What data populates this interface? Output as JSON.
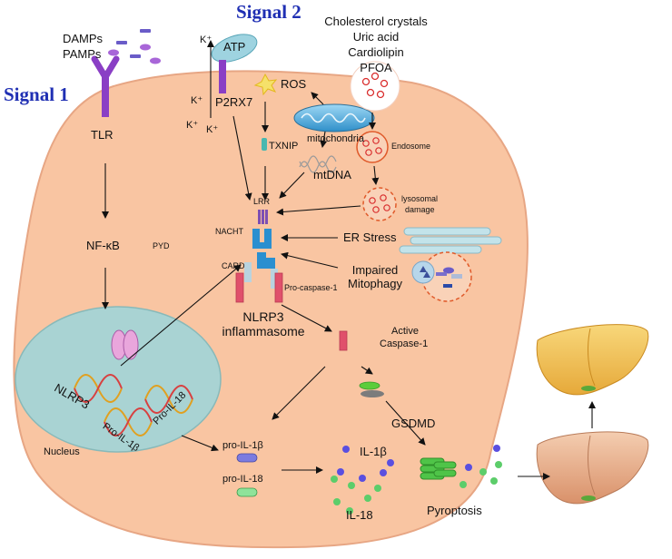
{
  "labels": {
    "signal1": "Signal 1",
    "signal2": "Signal 2",
    "damps": "DAMPs",
    "pamps": "PAMPs",
    "tlr": "TLR",
    "nfkb": "NF-κB",
    "pyd": "PYD",
    "atp": "ATP",
    "p2rx7": "P2RX7",
    "k_plus": "K⁺",
    "ros": "ROS",
    "mitochondria": "mitochondria",
    "txnip": "TXNIP",
    "mtdna": "mtDNA",
    "triggers": [
      "Cholesterol crystals",
      "Uric acid",
      "Cardiolipin",
      "PFOA"
    ],
    "endosome": "Endosome",
    "lysosomal_damage": [
      "lysosomal",
      "damage"
    ],
    "er_stress": "ER Stress",
    "impaired_mitophagy": [
      "Impaired",
      "Mitophagy"
    ],
    "lrr": "LRR",
    "nacht": "NACHT",
    "card": "CARD",
    "pro_caspase1": "Pro-caspase-1",
    "nlrp3_inflammasome": [
      "NLRP3",
      "inflammasome"
    ],
    "active_caspase1": [
      "Active",
      "Caspase-1"
    ],
    "gsdmd": "GSDMD",
    "nucleus": "Nucleus",
    "gene_nlrp3": "NLRP3",
    "gene_pro_il18": "Pro-IL-18",
    "gene_pro_il1b": "Pro-IL-1β",
    "pro_il1b": "pro-IL-1β",
    "pro_il18": "pro-IL-18",
    "il1b": "IL-1β",
    "il18": "IL-18",
    "pyroptosis": "Pyroptosis"
  },
  "colors": {
    "cell": "#f9c5a2",
    "cell_edge": "#e7a684",
    "nucleus": "#a9d3d3",
    "receptor": "#8a3fc5",
    "blue_dot": "#5a4fe0",
    "green_dot": "#5ccd6a",
    "signal": "#1f2fb3",
    "endosome": "#e05a2a",
    "caspase": "#e0506b",
    "nlrp3_blue": "#2a8fd0",
    "liver_healthy": "#f3c256",
    "liver_damaged": "#e8b08b"
  }
}
